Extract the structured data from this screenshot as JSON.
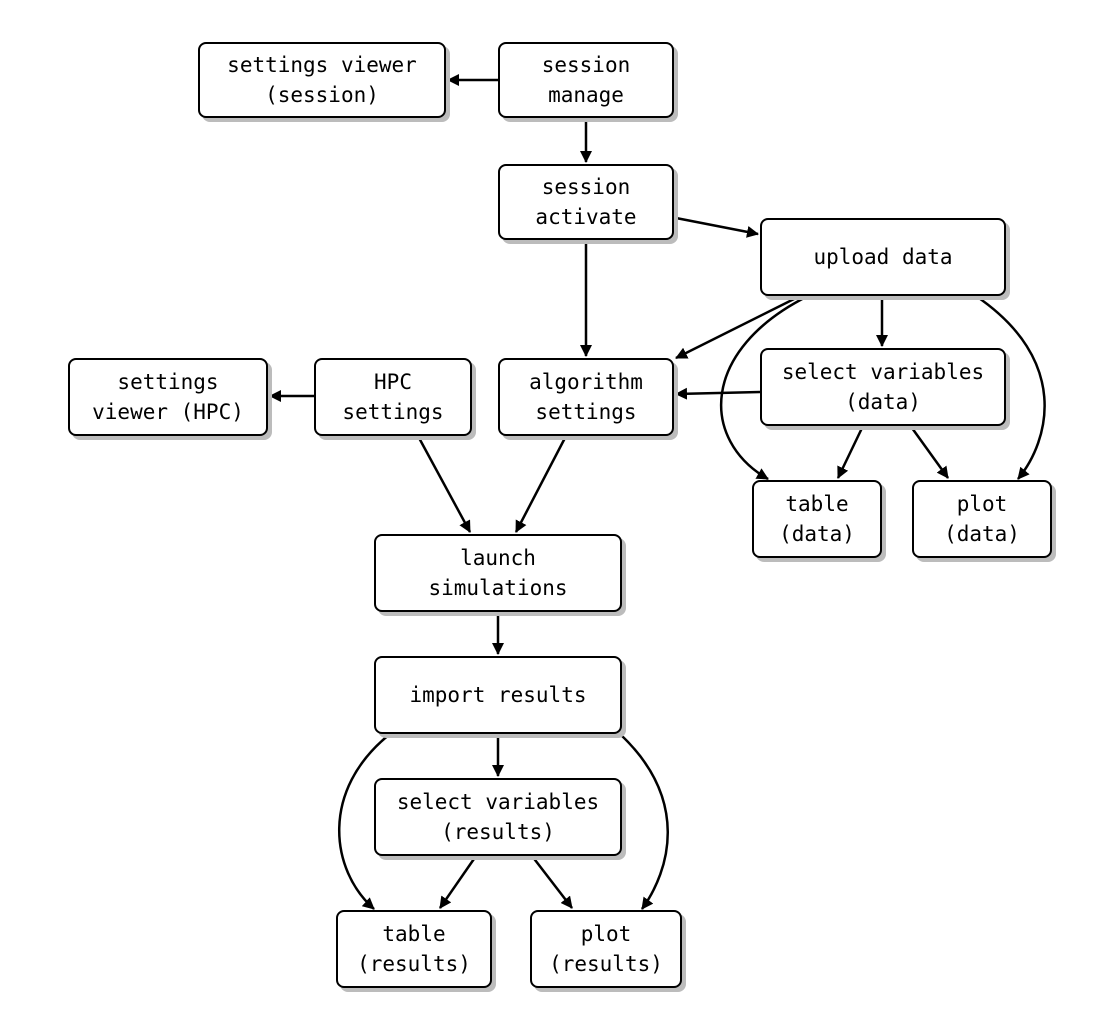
{
  "nodes": {
    "settings_viewer_session": [
      "settings viewer",
      "(session)"
    ],
    "session_manage": [
      "session",
      "manage"
    ],
    "session_activate": [
      "session",
      "activate"
    ],
    "upload_data": [
      "upload data"
    ],
    "settings_viewer_hpc": [
      "settings",
      "viewer (HPC)"
    ],
    "hpc_settings": [
      "HPC",
      "settings"
    ],
    "algorithm_settings": [
      "algorithm",
      "settings"
    ],
    "select_variables_data": [
      "select variables",
      "(data)"
    ],
    "table_data": [
      "table",
      "(data)"
    ],
    "plot_data": [
      "plot",
      "(data)"
    ],
    "launch_simulations": [
      "launch",
      "simulations"
    ],
    "import_results": [
      "import results"
    ],
    "select_variables_results": [
      "select variables",
      "(results)"
    ],
    "table_results": [
      "table",
      "(results)"
    ],
    "plot_results": [
      "plot",
      "(results)"
    ]
  },
  "edges": [
    [
      "session_manage",
      "settings_viewer_session"
    ],
    [
      "session_manage",
      "session_activate"
    ],
    [
      "session_activate",
      "upload_data"
    ],
    [
      "session_activate",
      "algorithm_settings"
    ],
    [
      "upload_data",
      "algorithm_settings"
    ],
    [
      "upload_data",
      "select_variables_data"
    ],
    [
      "upload_data",
      "table_data"
    ],
    [
      "upload_data",
      "plot_data"
    ],
    [
      "select_variables_data",
      "algorithm_settings"
    ],
    [
      "select_variables_data",
      "table_data"
    ],
    [
      "select_variables_data",
      "plot_data"
    ],
    [
      "hpc_settings",
      "settings_viewer_hpc"
    ],
    [
      "hpc_settings",
      "launch_simulations"
    ],
    [
      "algorithm_settings",
      "launch_simulations"
    ],
    [
      "launch_simulations",
      "import_results"
    ],
    [
      "import_results",
      "select_variables_results"
    ],
    [
      "import_results",
      "table_results"
    ],
    [
      "import_results",
      "plot_results"
    ],
    [
      "select_variables_results",
      "table_results"
    ],
    [
      "select_variables_results",
      "plot_results"
    ]
  ]
}
